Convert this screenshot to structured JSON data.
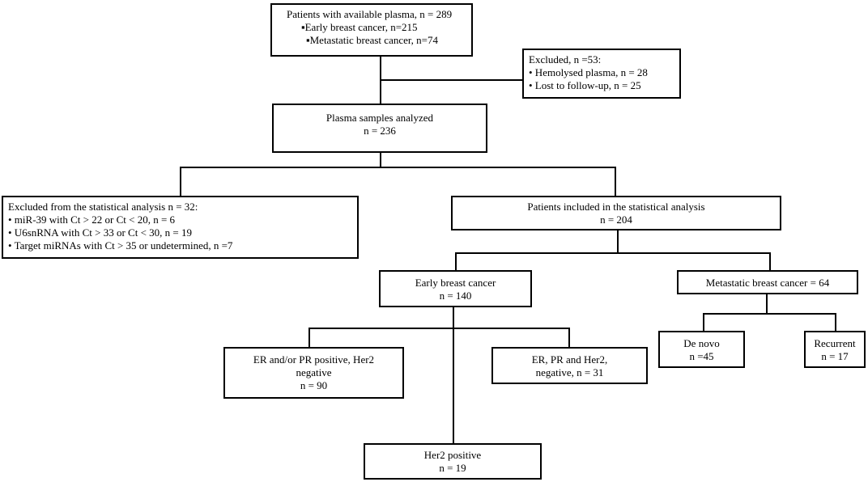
{
  "patients": {
    "title": "Patients with available plasma, n = 289",
    "items": [
      "▪Early breast cancer, n=215",
      "▪Metastatic breast cancer, n=74"
    ]
  },
  "excluded_first": {
    "title": "Excluded, n =53:",
    "items": [
      "• Hemolysed plasma, n = 28",
      "• Lost to follow-up, n = 25"
    ]
  },
  "plasma_samples": {
    "title": "Plasma samples analyzed",
    "count": "n = 236"
  },
  "excluded_stat": {
    "title": "Excluded from the statistical analysis n = 32:",
    "items": [
      "• miR-39 with Ct > 22 or Ct < 20, n = 6",
      "• U6snRNA with Ct > 33 or Ct < 30, n = 19",
      "• Target miRNAs with Ct > 35 or undetermined, n =7"
    ]
  },
  "included": {
    "title": "Patients included in the statistical analysis",
    "count": "n = 204"
  },
  "early": {
    "title": "Early breast cancer",
    "count": "n = 140"
  },
  "metastatic": {
    "title": "Metastatic breast cancer = 64"
  },
  "er_pr_pos": {
    "line1": "ER and/or PR positive, Her2",
    "line2": "negative",
    "count": "n = 90"
  },
  "triple_neg": {
    "line1": "ER, PR and Her2,",
    "line2": "negative, n = 31"
  },
  "her2_pos": {
    "title": "Her2 positive",
    "count": "n = 19"
  },
  "de_novo": {
    "title": "De novo",
    "count": "n =45"
  },
  "recurrent": {
    "title": "Recurrent",
    "count": "n = 17"
  }
}
